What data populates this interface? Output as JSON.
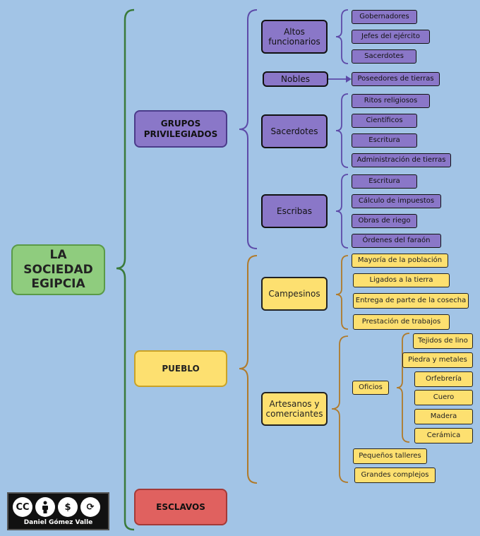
{
  "root": "LA SOCIEDAD EGIPCIA",
  "groups": {
    "privilegiados": "GRUPOS PRIVILEGIADOS",
    "pueblo": "PUEBLO",
    "esclavos": "ESCLAVOS"
  },
  "privilegiados": {
    "altos": {
      "label": "Altos funcionarios",
      "items": [
        "Gobernadores",
        "Jefes del ejército",
        "Sacerdotes"
      ]
    },
    "nobles": {
      "label": "Nobles",
      "items": [
        "Poseedores de tierras"
      ]
    },
    "sacerdotes": {
      "label": "Sacerdotes",
      "items": [
        "Ritos religiosos",
        "Científicos",
        "Escritura",
        "Administración de tierras"
      ]
    },
    "escribas": {
      "label": "Escribas",
      "items": [
        "Escritura",
        "Cálculo de impuestos",
        "Obras de riego",
        "Órdenes del faraón"
      ]
    }
  },
  "pueblo": {
    "campesinos": {
      "label": "Campesinos",
      "items": [
        "Mayoría de la población",
        "Ligados a la tierra",
        "Entrega de parte de la cosecha",
        "Prestación de trabajos"
      ]
    },
    "artesanos": {
      "label": "Artesanos y comerciantes",
      "oficios": {
        "label": "Oficios",
        "items": [
          "Tejidos de lino",
          "Piedra y metales",
          "Orfebrería",
          "Cuero",
          "Madera",
          "Cerámica"
        ]
      },
      "items": [
        "Pequeños talleres",
        "Grandes complejos"
      ]
    }
  },
  "license": {
    "icons": [
      "cc",
      "by",
      "nc",
      "sa"
    ],
    "author": "Daniel Gómez Valle"
  },
  "colors": {
    "background": "#a2c4e6",
    "purple": "#8a77c8",
    "yellow": "#fde070",
    "red": "#e0615f",
    "green": "#8fcc7e"
  }
}
